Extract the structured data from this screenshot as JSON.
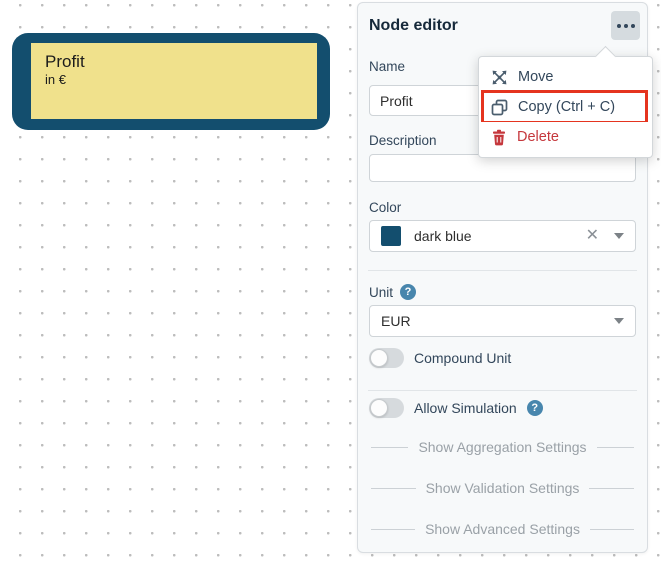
{
  "canvas": {
    "node": {
      "title": "Profit",
      "subtitle": "in €",
      "color_hex": "#134e6e",
      "fill_hex": "#f0e18c"
    }
  },
  "panel": {
    "title": "Node editor",
    "name_field": {
      "label": "Name",
      "value": "Profit"
    },
    "description_field": {
      "label": "Description",
      "value": ""
    },
    "color_field": {
      "label": "Color",
      "value": "dark blue",
      "swatch_hex": "#134e6e"
    },
    "unit_field": {
      "label": "Unit",
      "value": "EUR"
    },
    "compound_unit_toggle": {
      "label": "Compound Unit",
      "state": "off"
    },
    "allow_simulation_toggle": {
      "label": "Allow Simulation",
      "state": "off"
    },
    "help_icon_char": "?",
    "links": [
      "Show Aggregation Settings",
      "Show Validation Settings",
      "Show Advanced Settings"
    ]
  },
  "context_menu": {
    "items": [
      {
        "label": "Move"
      },
      {
        "label": "Copy (Ctrl + C)"
      },
      {
        "label": "Delete"
      }
    ],
    "highlight_hex": "#e5341f",
    "danger_hex": "#c5373c"
  }
}
